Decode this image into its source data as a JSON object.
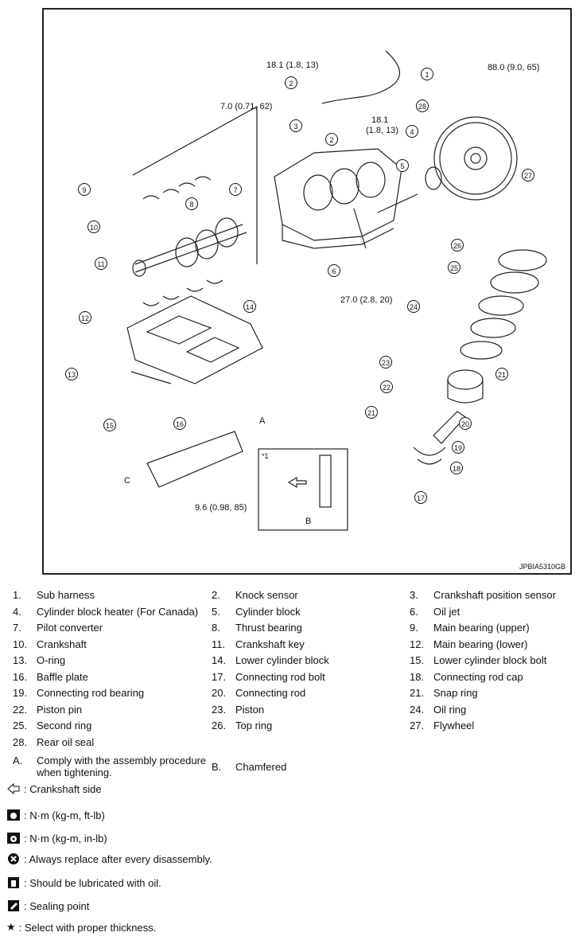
{
  "figure_id": "JPBIA5310GB",
  "torques": {
    "t1": "18.1 (1.8, 13)",
    "t2": "7.0 (0.71, 62)",
    "t3a": "18.1",
    "t3b": "(1.8, 13)",
    "t4": "88.0 (9.0, 65)",
    "t5": "27.0 (2.8, 20)",
    "t6": "9.6 (0.98, 85)"
  },
  "callouts": [
    "1",
    "2",
    "2",
    "3",
    "4",
    "5",
    "6",
    "7",
    "8",
    "9",
    "10",
    "11",
    "12",
    "13",
    "14",
    "15",
    "16",
    "17",
    "18",
    "19",
    "20",
    "21",
    "21",
    "22",
    "23",
    "24",
    "25",
    "26",
    "27",
    "28"
  ],
  "letters": {
    "a": "A",
    "b": "B",
    "c": "C"
  },
  "inset_note": "*1",
  "legend": [
    {
      "n": "1.",
      "t": "Sub harness"
    },
    {
      "n": "2.",
      "t": "Knock sensor"
    },
    {
      "n": "3.",
      "t": "Crankshaft position sensor"
    },
    {
      "n": "4.",
      "t": "Cylinder block heater (For Canada)"
    },
    {
      "n": "5.",
      "t": "Cylinder block"
    },
    {
      "n": "6.",
      "t": "Oil jet"
    },
    {
      "n": "7.",
      "t": "Pilot converter"
    },
    {
      "n": "8.",
      "t": "Thrust bearing"
    },
    {
      "n": "9.",
      "t": "Main bearing (upper)"
    },
    {
      "n": "10.",
      "t": "Crankshaft"
    },
    {
      "n": "11.",
      "t": "Crankshaft key"
    },
    {
      "n": "12.",
      "t": "Main bearing (lower)"
    },
    {
      "n": "13.",
      "t": "O-ring"
    },
    {
      "n": "14.",
      "t": "Lower cylinder block"
    },
    {
      "n": "15.",
      "t": "Lower cylinder block bolt"
    },
    {
      "n": "16.",
      "t": "Baffle plate"
    },
    {
      "n": "17.",
      "t": "Connecting rod bolt"
    },
    {
      "n": "18.",
      "t": "Connecting rod cap"
    },
    {
      "n": "19.",
      "t": "Connecting rod bearing"
    },
    {
      "n": "20.",
      "t": "Connecting rod"
    },
    {
      "n": "21.",
      "t": "Snap ring"
    },
    {
      "n": "22.",
      "t": "Piston pin"
    },
    {
      "n": "23.",
      "t": "Piston"
    },
    {
      "n": "24.",
      "t": "Oil ring"
    },
    {
      "n": "25.",
      "t": "Second ring"
    },
    {
      "n": "26.",
      "t": "Top ring"
    },
    {
      "n": "27.",
      "t": "Flywheel"
    },
    {
      "n": "28.",
      "t": "Rear oil seal"
    }
  ],
  "notes": {
    "a_letter": "A.",
    "a_line1": "Comply with the assembly procedure",
    "a_line2": "when tightening.",
    "b_letter": "B.",
    "b_text": "Chamfered"
  },
  "symbols": {
    "arrow": ": Crankshaft side",
    "torque_ftlb": ": N·m (kg-m, ft-lb)",
    "torque_inlb": ": N·m (kg-m, in-lb)",
    "replace": ": Always replace after every disassembly.",
    "oil": ": Should be lubricated with oil.",
    "seal": ": Sealing point",
    "star": ": Select with proper thickness."
  }
}
